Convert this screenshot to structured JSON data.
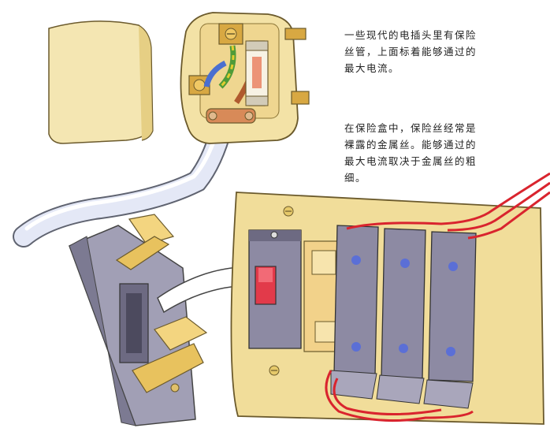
{
  "captions": {
    "plug_fuse": {
      "lines": [
        "一些现代的电插头里有保险",
        "丝管，上面标着能够通过的",
        "最大电流。"
      ]
    },
    "fuse_box": {
      "lines": [
        "在保险盒中，保险丝经常是",
        "裸露的金属丝。能够通过的",
        "最大电流取决于金属丝的粗",
        "细。"
      ]
    }
  },
  "colors": {
    "plug_body": "#f3e2a6",
    "brass": "#d8a842",
    "cable": "#e4e8f6",
    "fuse_box_panel": "#f1dd9a",
    "slate_block": "#8d8aa3",
    "red_wire": "#d9242e",
    "blue_pin": "#5b6fd6",
    "arrow": "#ffffff"
  },
  "icons": [
    "plug-icon",
    "fuse-cartridge-icon",
    "fuse-holder-icon",
    "fuse-box-icon",
    "arrow-icon",
    "switch-icon"
  ]
}
